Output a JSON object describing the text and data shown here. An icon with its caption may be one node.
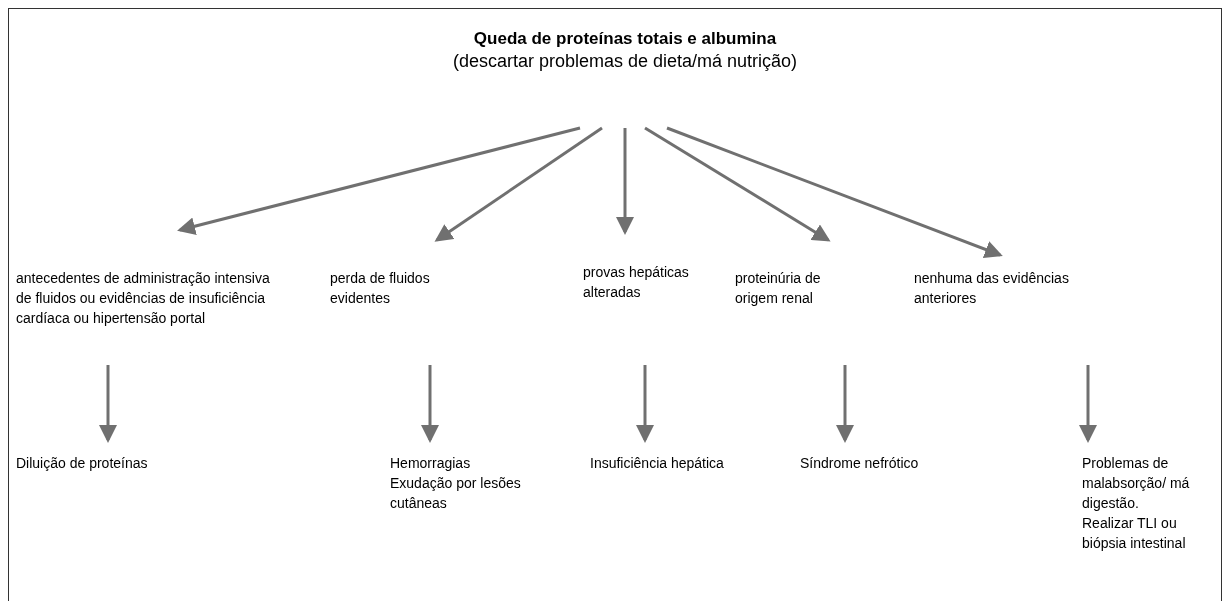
{
  "diagram": {
    "nodes": [
      {
        "text": [
          "Queda de proteínas totais e albumina",
          "(descartar problemas de dieta/má nutrição)"
        ]
      },
      {
        "text": [
          "antecedentes de administração intensiva de fluidos ou evidências de insuficiência cardíaca ou hipertensão portal"
        ]
      },
      {
        "text": [
          "perda de fluidos evidentes"
        ]
      },
      {
        "text": [
          "provas hepáticas alteradas"
        ]
      },
      {
        "text": [
          "proteinúria de origem renal"
        ]
      },
      {
        "text": [
          "nenhuma das evidências anteriores"
        ]
      },
      {
        "text": [
          "Diluição de proteínas"
        ]
      },
      {
        "text": [
          "Hemorragias",
          "Exudação por lesões cutâneas"
        ]
      },
      {
        "text": [
          "Insuficiência hepática"
        ]
      },
      {
        "text": [
          "Síndrome nefrótico"
        ]
      },
      {
        "text": [
          "Problemas de malabsorção/ má digestão.",
          "Realizar TLI ou biópsia intestinal"
        ]
      }
    ],
    "edges": [
      {
        "from": 0,
        "to": 1,
        "arrow": "to"
      },
      {
        "from": 0,
        "to": 2,
        "arrow": "to"
      },
      {
        "from": 0,
        "to": 3,
        "arrow": "to"
      },
      {
        "from": 0,
        "to": 4,
        "arrow": "to"
      },
      {
        "from": 0,
        "to": 5,
        "arrow": "to"
      },
      {
        "from": 1,
        "to": 6,
        "arrow": "to"
      },
      {
        "from": 2,
        "to": 7,
        "arrow": "to"
      },
      {
        "from": 3,
        "to": 8,
        "arrow": "to"
      },
      {
        "from": 4,
        "to": 9,
        "arrow": "to"
      },
      {
        "from": 5,
        "to": 10,
        "arrow": "to"
      }
    ]
  }
}
